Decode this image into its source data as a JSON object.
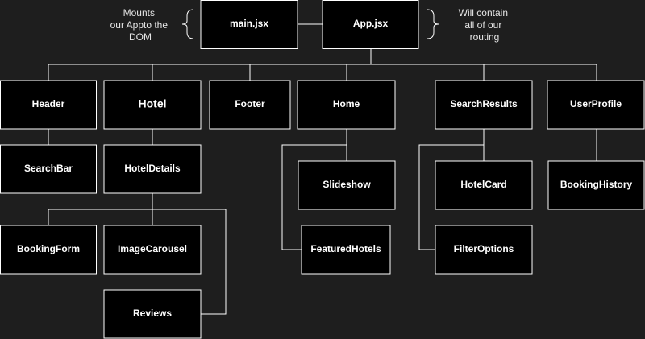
{
  "nodes": {
    "main": "main.jsx",
    "app": "App.jsx",
    "header": "Header",
    "hotel": "Hotel",
    "footer": "Footer",
    "home": "Home",
    "search_results": "SearchResults",
    "user_profile": "UserProfile",
    "search_bar": "SearchBar",
    "hotel_details": "HotelDetails",
    "slideshow": "Slideshow",
    "hotel_card": "HotelCard",
    "booking_history": "BookingHistory",
    "booking_form": "BookingForm",
    "image_carousel": "ImageCarousel",
    "featured_hotels": "FeaturedHotels",
    "filter_options": "FilterOptions",
    "reviews": "Reviews"
  },
  "notes": {
    "main_note": [
      "Mounts",
      "our Appto the",
      "DOM"
    ],
    "app_note": [
      "Will contain",
      "all of our",
      "routing"
    ]
  }
}
